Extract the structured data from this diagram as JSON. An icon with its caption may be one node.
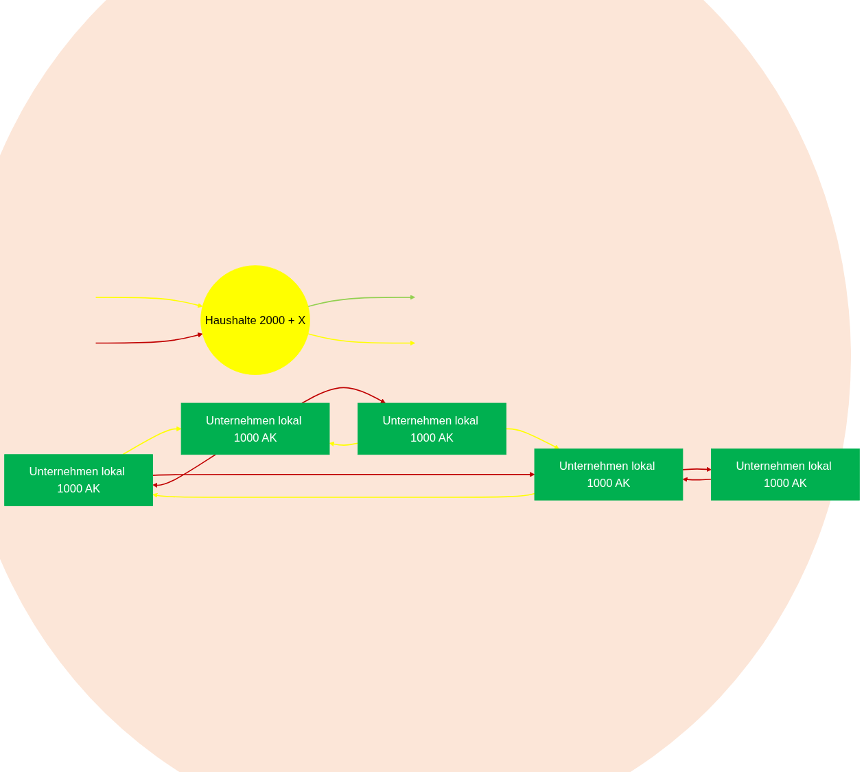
{
  "diagram": {
    "nodes": [
      {
        "text": [
          "Unternehmen lokal 1000 AK"
        ]
      },
      {
        "text": [
          "Unternehmen lokal 1000 AK"
        ]
      },
      {
        "text": [
          "Unternehmen lokal 1000 AK"
        ]
      },
      {
        "text": [
          "Unternehmen lokal 1000 AK"
        ]
      },
      {
        "text": [
          "Unternehmen lokal 1000 AK"
        ]
      },
      {
        "text": [
          "Haushalte 2000 + X"
        ]
      }
    ],
    "edges": [
      {
        "from": 1,
        "to": 0,
        "arrow": "to",
        "color": "#c00000"
      },
      {
        "from": 0,
        "to": 1,
        "arrow": "to",
        "color": "#ffff00"
      },
      {
        "from": 3,
        "to": 0,
        "arrow": "to",
        "color": "#ffff00"
      },
      {
        "from": 0,
        "to": 3,
        "arrow": "to",
        "color": "#c00000"
      },
      {
        "from": 1,
        "to": 2,
        "arrow": "to",
        "color": "#c00000"
      },
      {
        "from": 2,
        "to": 1,
        "arrow": "to",
        "color": "#ffff00"
      },
      {
        "from": 2,
        "to": 3,
        "arrow": "to",
        "color": "#ffff00"
      },
      {
        "from": 4,
        "to": 3,
        "arrow": "to",
        "color": "#c00000"
      },
      {
        "from": 3,
        "to": 4,
        "arrow": "to",
        "color": "#c00000"
      },
      {
        "from": 5,
        "to": null,
        "arrow": "to",
        "color": "#92d050"
      },
      {
        "from": null,
        "to": 5,
        "arrow": "to",
        "color": "#ffff00"
      },
      {
        "from": null,
        "to": 5,
        "arrow": "to",
        "color": "#c00000"
      },
      {
        "from": 5,
        "to": null,
        "arrow": "to",
        "color": "#ffff00"
      }
    ]
  }
}
